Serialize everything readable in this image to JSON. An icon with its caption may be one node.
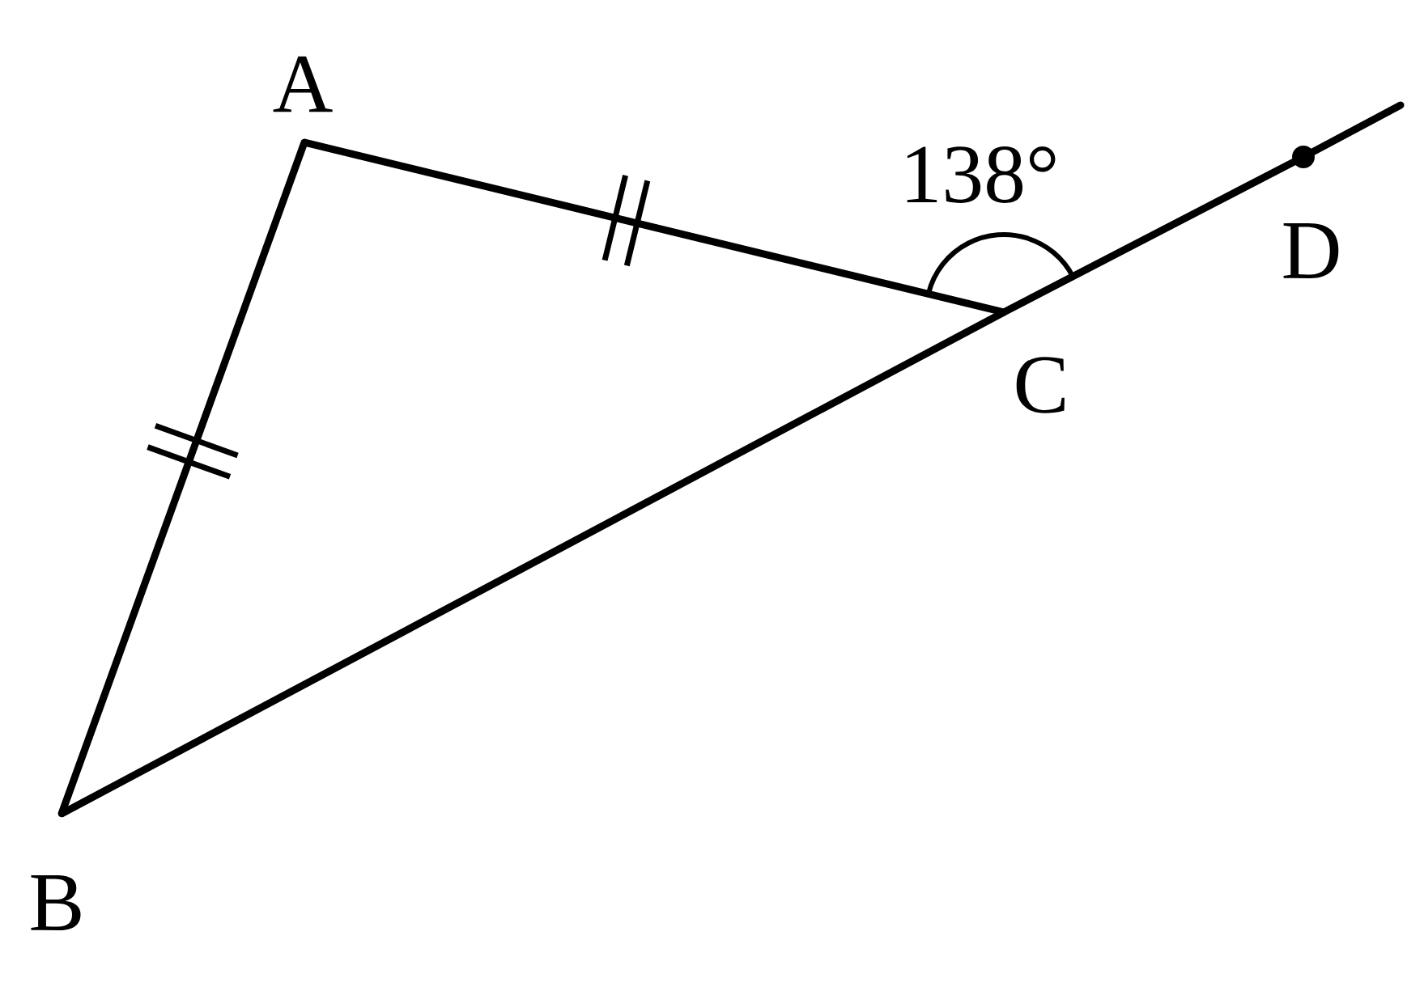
{
  "diagram": {
    "nodes": [
      {
        "text": [
          "A"
        ]
      },
      {
        "text": [
          "B"
        ]
      },
      {
        "text": [
          "C"
        ]
      },
      {
        "text": [
          "D"
        ]
      }
    ],
    "edges": [
      {
        "from": 0,
        "to": 1,
        "arrow": "none"
      },
      {
        "from": 0,
        "to": 2,
        "arrow": "none"
      },
      {
        "from": 1,
        "to": 2,
        "arrow": "none"
      },
      {
        "from": 2,
        "to": 3,
        "arrow": "none"
      }
    ],
    "labels": [
      "138°"
    ]
  }
}
